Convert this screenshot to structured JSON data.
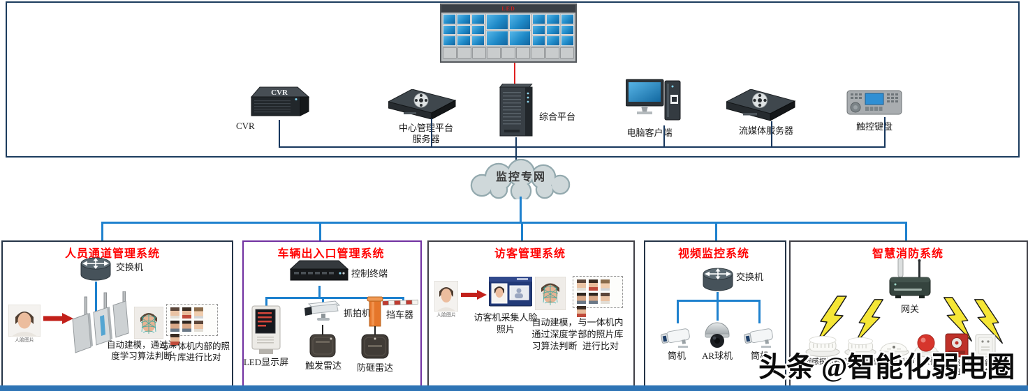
{
  "colors": {
    "title_red": "#ff0000",
    "line_navy": "#17375e",
    "line_blue": "#1e81ce",
    "line_red": "#e02020",
    "box_purple": "#7030a0",
    "bottom_bar": "#2e74b5"
  },
  "top_section": {
    "video_wall": {
      "header_text": "LED"
    },
    "devices": {
      "cvr": {
        "label": "CVR",
        "face_text": "CVR"
      },
      "cms_server": {
        "label": "中心管理平台服务器"
      },
      "platform": {
        "label": "综合平台"
      },
      "pc_client": {
        "label": "电脑客户端"
      },
      "stream_server": {
        "label": "流媒体服务器"
      },
      "keyboard": {
        "label": "触控键盘"
      }
    }
  },
  "cloud": {
    "label": "监控专网"
  },
  "systems": {
    "personnel": {
      "title": "人员通道管理系统",
      "switch_label": "交换机",
      "face_caption": "人脸图片",
      "note_model": "自动建模，通过深度学习算法判断",
      "note_compare": "与一体机内部的照片库进行比对"
    },
    "vehicle": {
      "title": "车辆出入口管理系统",
      "terminal_label": "控制终端",
      "led_label": "LED显示屏",
      "capture_label": "抓拍机",
      "trigger_radar_label": "触发雷达",
      "barrier_label": "挡车器",
      "anti_smash_radar_label": "防砸雷达"
    },
    "visitor": {
      "title": "访客管理系统",
      "face_caption": "人脸图片",
      "collect_caption": "访客机采集人脸照片",
      "note_model": "自动建模，通过深度学习算法判断",
      "note_compare": "与一体机内部的照片库进行比对"
    },
    "video": {
      "title": "视频监控系统",
      "switch_label": "交换机",
      "camera_left": "筒机",
      "camera_center": "AR球机",
      "camera_right": "筒机"
    },
    "fire": {
      "title": "智慧消防系统",
      "gateway_label": "网关",
      "device_labels": [
        "烟感探测器",
        "温感探测器",
        "燃气探测器",
        "声光报警器",
        "手动报警按钮",
        "输入输出模块"
      ]
    }
  },
  "watermark": "头条 @智能化弱电圈"
}
